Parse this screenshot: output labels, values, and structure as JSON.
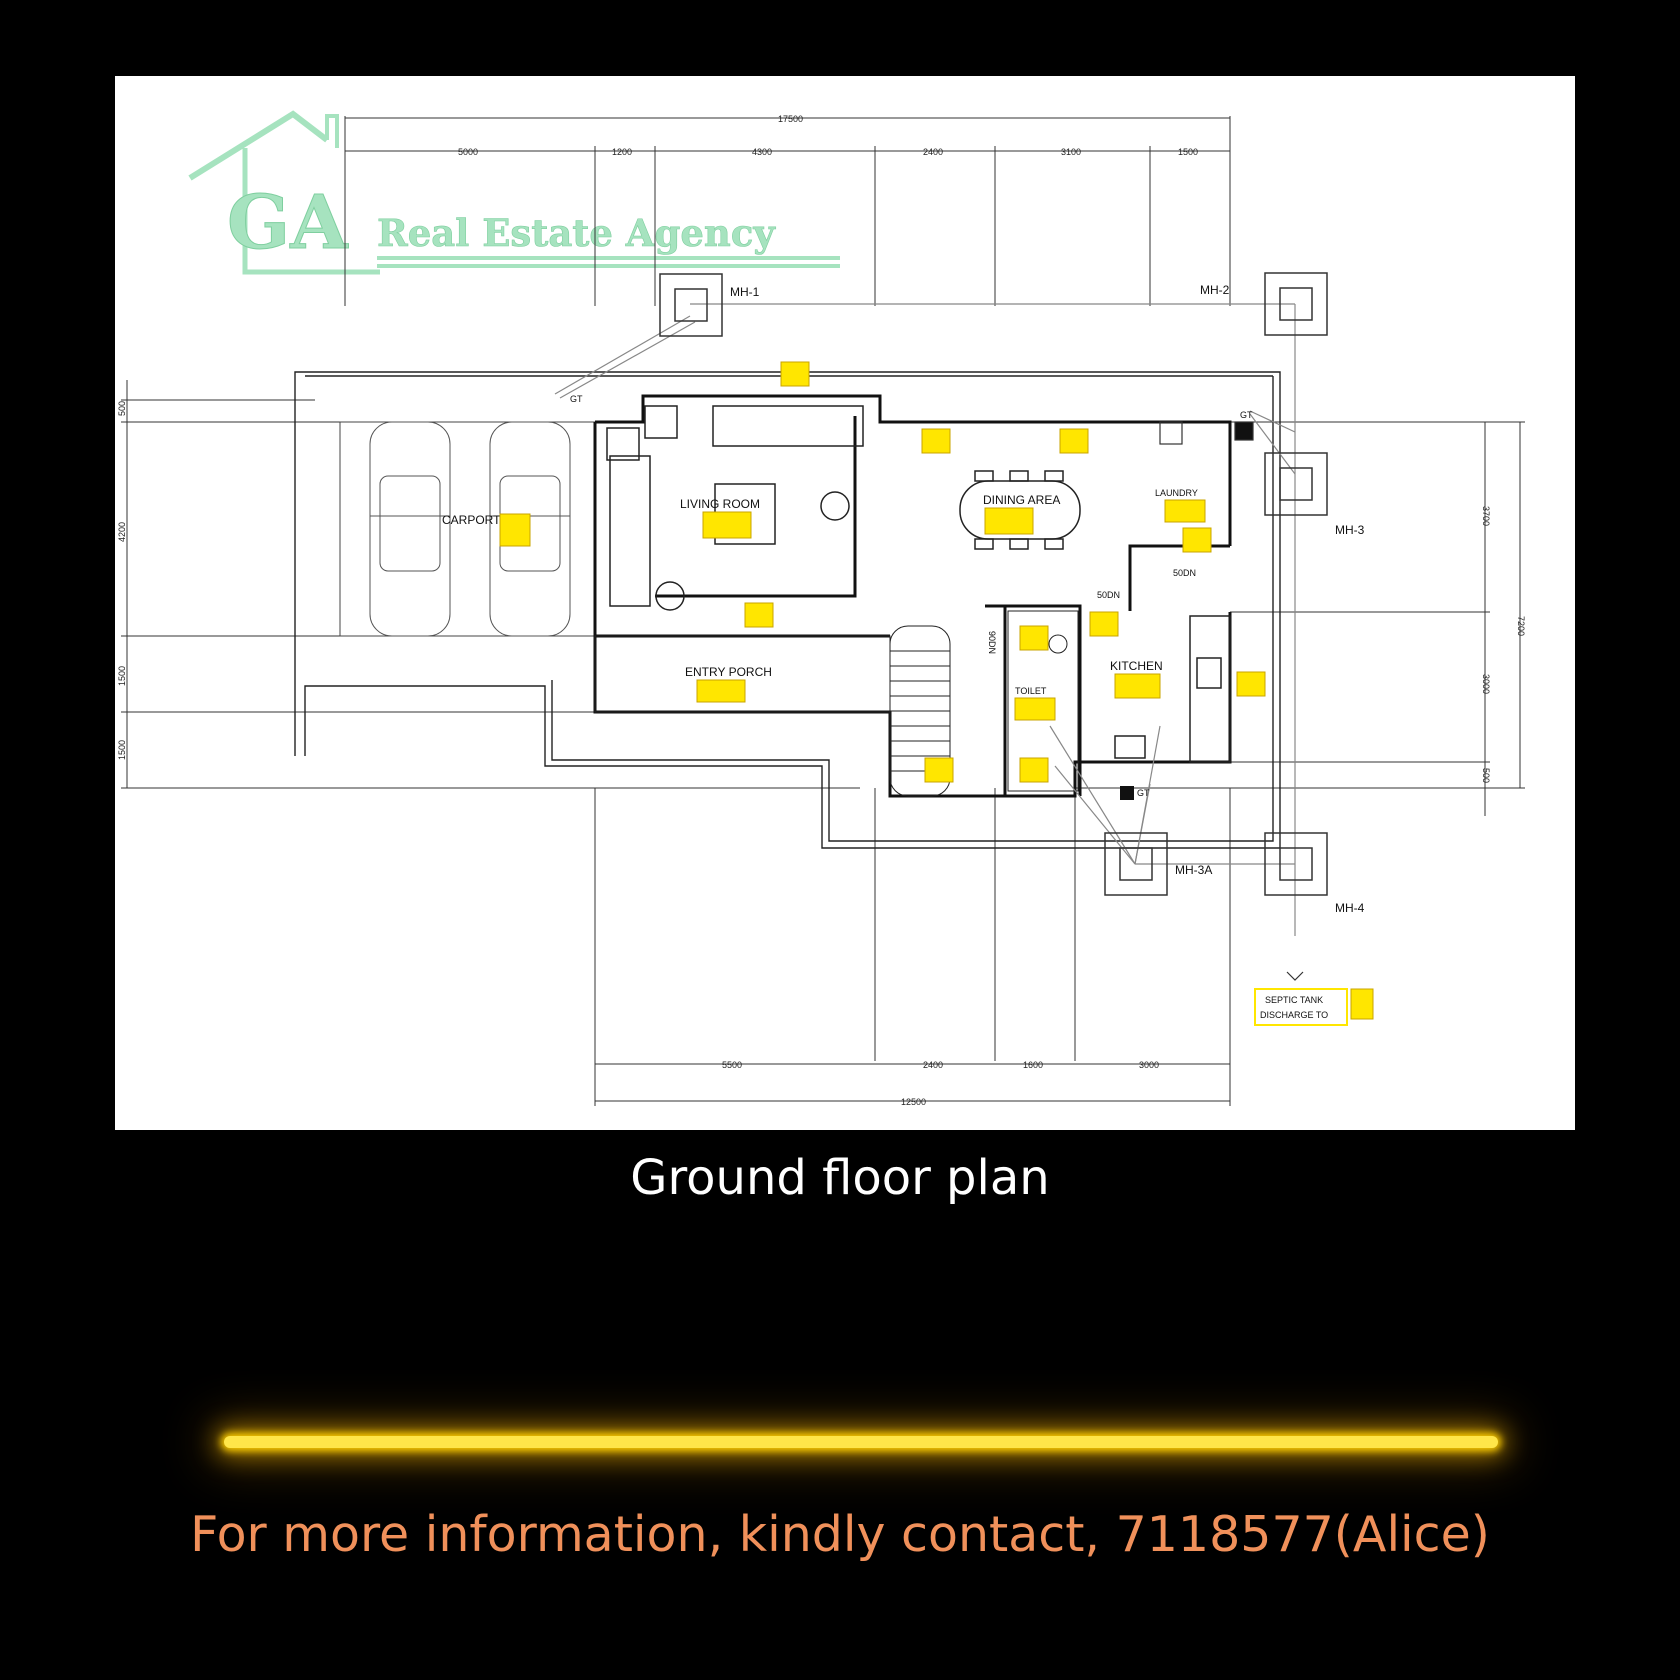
{
  "logo": {
    "initials": "GA",
    "name": "Real Estate Agency",
    "color": "#a6e3bf"
  },
  "plan": {
    "dimensions_top": {
      "overall": "17500",
      "segments": [
        "5000",
        "1200",
        "4300",
        "2400",
        "3100",
        "1500"
      ]
    },
    "dimensions_bottom": {
      "overall": "12500",
      "segments": [
        "5500",
        "2400",
        "1600",
        "3000"
      ]
    },
    "dimensions_left": [
      "500",
      "4200",
      "1500",
      "1500"
    ],
    "dimensions_right": {
      "overall": "7200",
      "segments": [
        "3700",
        "3000",
        "500"
      ]
    },
    "rooms": {
      "carport": "CARPORT",
      "living_room": "LIVING ROOM",
      "dining_area": "DINING AREA",
      "laundry": "LAUNDRY",
      "entry_porch": "ENTRY PORCH",
      "kitchen": "KITCHEN",
      "toilet": "TOILET"
    },
    "manholes": {
      "mh1": "MH-1",
      "mh2": "MH-2",
      "mh3": "MH-3",
      "mh3a": "MH-3A",
      "mh4": "MH-4"
    },
    "gully_traps": {
      "gt1": "GT",
      "gt2": "GT",
      "gt3": "GT"
    },
    "down_pipes": {
      "dn1": "50DN",
      "dn2": "50DN",
      "dn3": "90DN"
    },
    "septic_line1": "SEPTIC TANK",
    "septic_line2": "DISCHARGE TO",
    "annotation_color": "#ffe600"
  },
  "caption": "Ground floor plan",
  "contact": {
    "text": "For more information, kindly contact, 7118577(Alice)",
    "color": "#f0905a"
  }
}
